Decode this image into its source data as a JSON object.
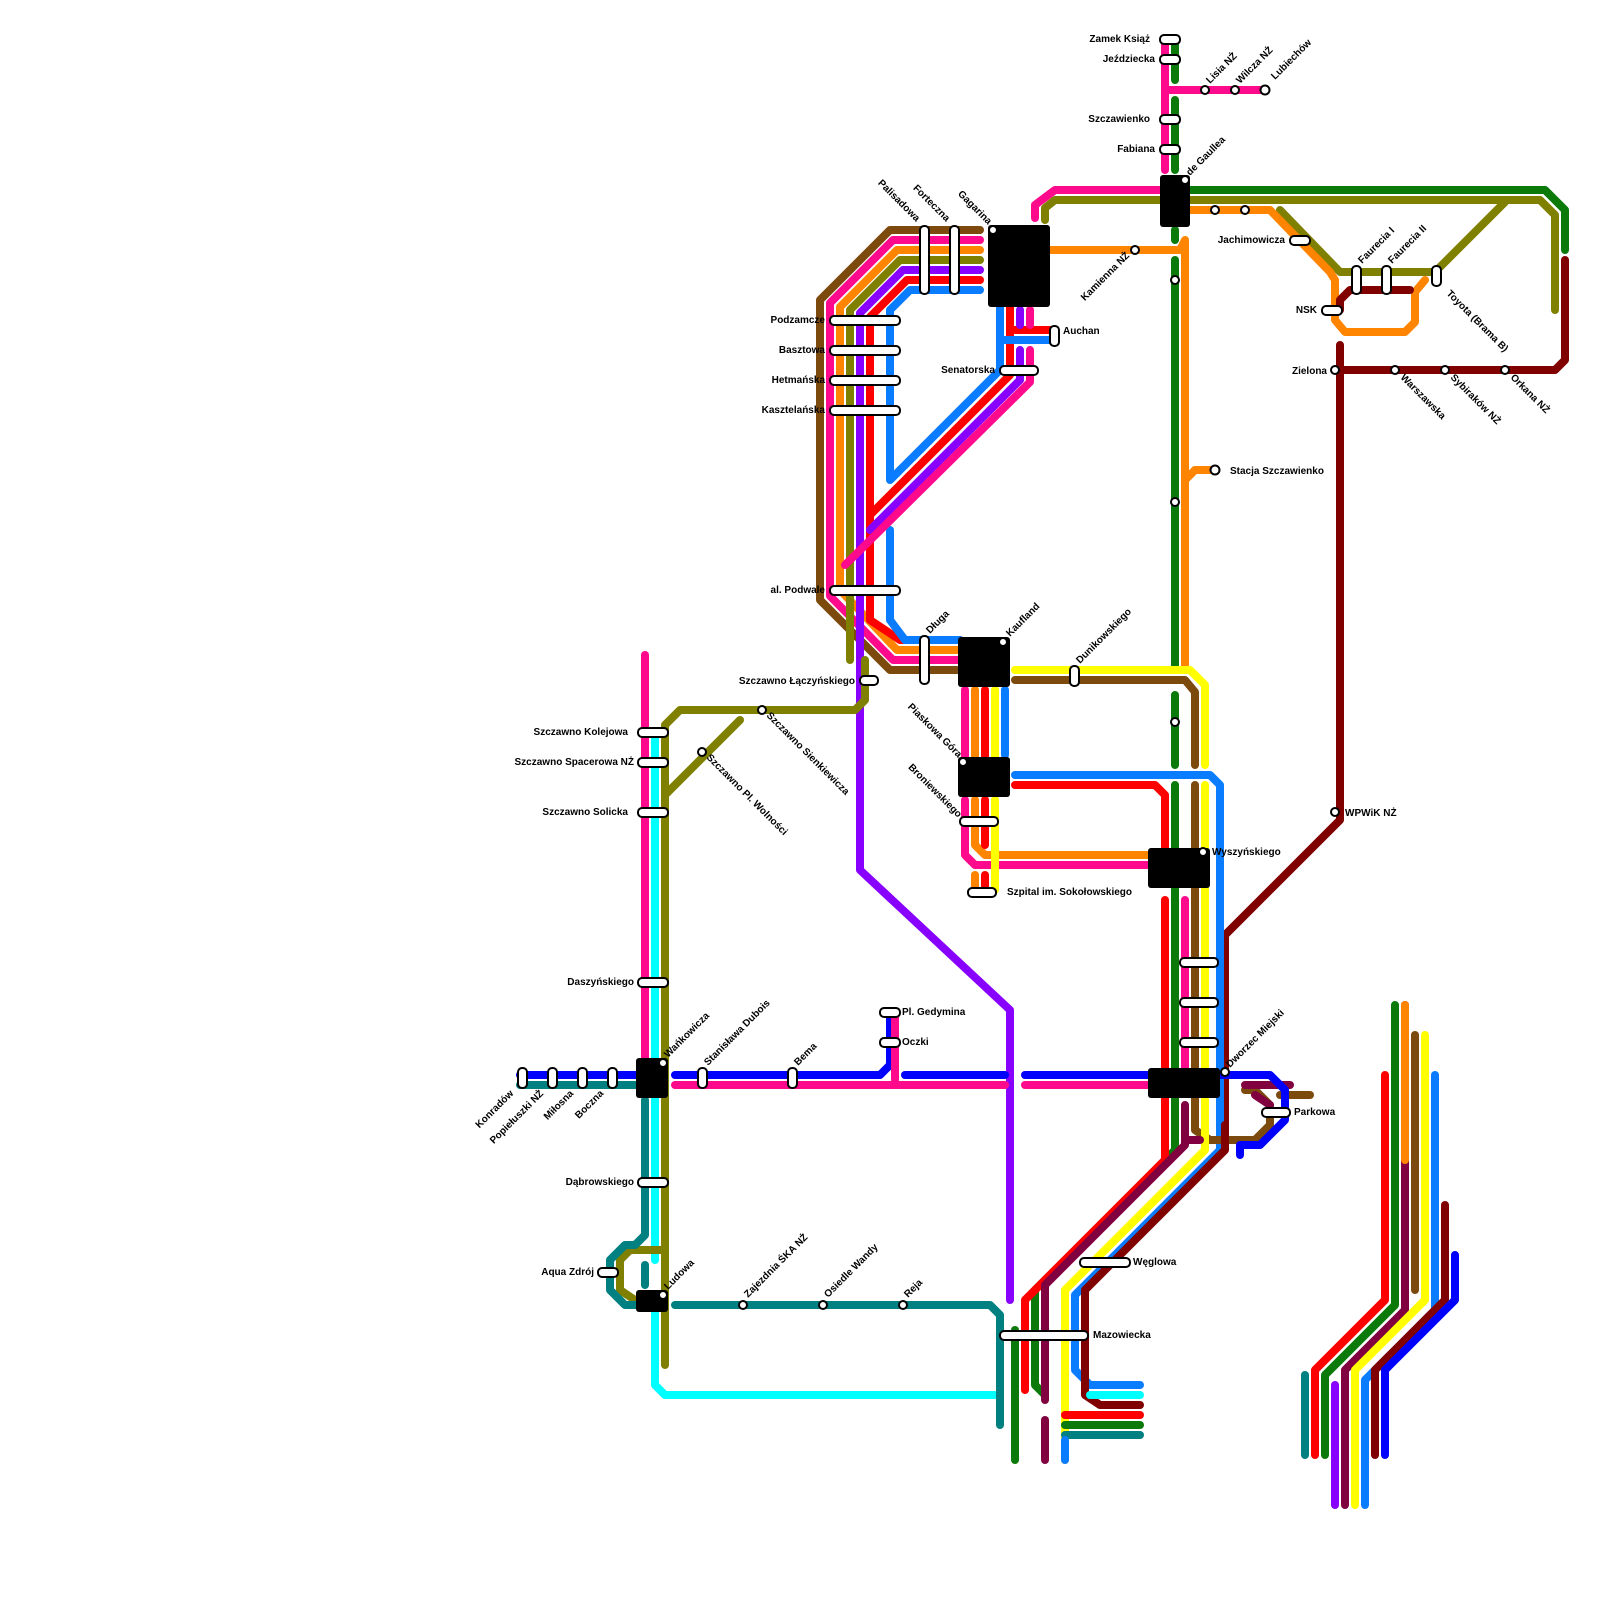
{
  "colors": {
    "magenta": "#ff0a8c",
    "olive": "#808000",
    "brown": "#7b4a0c",
    "orange": "#ff8500",
    "red": "#ff0000",
    "purple": "#8800ff",
    "blue": "#0a7cff",
    "green": "#0b7a0b",
    "maroon": "#800000",
    "yellow": "#ffff00",
    "cyan": "#00ffff",
    "teal": "#008080",
    "navy": "#0000ff",
    "plum": "#800040"
  },
  "stations": {
    "zamek_ksiaz": "Zamek Książ",
    "jezdziecka": "Jeździecka",
    "lisia": "Lisia NŻ",
    "wilcza": "Wilcza NŻ",
    "lubiechow": "Lubiechów",
    "szczawienko": "Szczawienko",
    "fabiana": "Fabiana",
    "de_gaullea": "de Gaullea",
    "gagarina": "Gagarina",
    "forteczna": "Forteczna",
    "palisadowa": "Palisadowa",
    "jachimowicza": "Jachimowicza",
    "faurecia1": "Faurecia I",
    "faurecia2": "Faurecia II",
    "kamienna": "Kamienna NŻ",
    "toyota": "Toyota (Brama B)",
    "nsk": "NSK",
    "auchan": "Auchan",
    "podzamcze": "Podzamcze",
    "basztowa": "Basztowa",
    "hetmanska": "Hetmańska",
    "kasztelanska": "Kasztelańska",
    "senatorska": "Senatorska",
    "zielona": "Zielona",
    "warszawska": "Warszawska",
    "sybirakow": "Sybiraków NŻ",
    "orkana": "Orkana NŻ",
    "stacja_szczawienko": "Stacja Szczawienko",
    "al_podwale": "al. Podwale",
    "dluga": "Długa",
    "kaufland": "Kaufland",
    "dunikowskiego": "Dunikowskiego",
    "szczawno_laczynskiego": "Szczawno Łączyńskiego",
    "szczawno_kolejowa": "Szczawno Kolejowa",
    "szczawno_spacerowa": "Szczawno Spacerowa NŻ",
    "szczawno_sienkiewicza": "Szczawno Sienkiewicza",
    "szczawno_pl_wolnosci": "Szczawno Pl. Wolności",
    "szczawno_solicka": "Szczawno Solicka",
    "piaskowa_gora": "Piaskowa Góra",
    "broniewskiego": "Broniewskiego",
    "wyszynskiego": "Wyszyńskiego",
    "szpital": "Szpital im. Sokołowskiego",
    "wpwik": "WPWiK NŻ",
    "daszynskiego": "Daszyńskiego",
    "pl_gedymina": "Pl. Gedymina",
    "oczki": "Oczki",
    "wankowicza": "Wańkowicza",
    "stanislawa_dubois": "Stanisława Dubois",
    "bema": "Bema",
    "dworzec_miejski": "Dworzec Miejski",
    "parkowa": "Parkowa",
    "konradow": "Konradów",
    "popieluszki": "Popiełuszki NŻ",
    "milosna": "Miłosna",
    "boczna": "Boczna",
    "dabrowskiego": "Dąbrowskiego",
    "aqua_zdroj": "Aqua Zdrój",
    "ludowa": "Ludowa",
    "zajezdnia": "Zajezdnia ŚKA NŻ",
    "osiedle_wandy": "Osiedle Wandy",
    "reja": "Reja",
    "weglowa": "Węglowa",
    "mazowiecka": "Mazowiecka"
  }
}
